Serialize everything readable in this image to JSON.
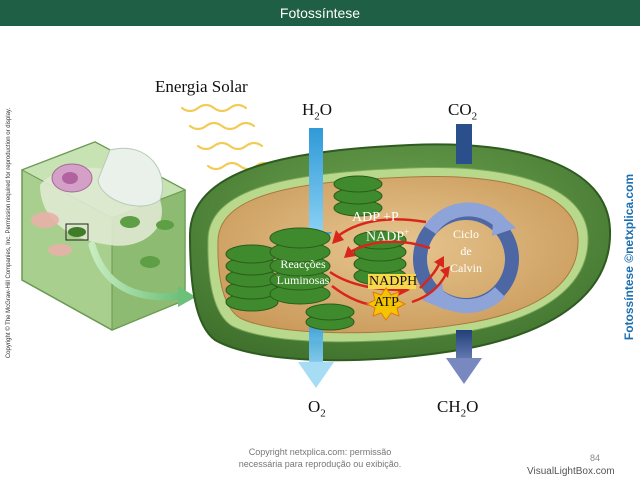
{
  "header": {
    "title": "Fotossíntese"
  },
  "diagram": {
    "energy_label": "Energia Solar",
    "h2o_label": "H",
    "h2o_sub": "2",
    "h2o_tail": "O",
    "co2_label": "CO",
    "co2_sub": "2",
    "o2_label": "O",
    "o2_sub": "2",
    "ch2o_label": "CH",
    "ch2o_sub": "2",
    "ch2o_tail": "O",
    "adp_label": "ADP +P",
    "nadp_label": "NADP",
    "nadp_sup": "+",
    "light_reactions_line1": "Reacções",
    "light_reactions_line2": "Luminosas",
    "nadph_label": "NADPH",
    "atp_label": "ATP",
    "calvin_line1": "Ciclo",
    "calvin_line2": "de",
    "calvin_line3": "Calvin"
  },
  "side": {
    "copyright": "Copyright © The McGraw-Hill Companies, Inc. Permission required for reproduction or display.",
    "brand": "Fotossíntese ©netxplica.com"
  },
  "footer": {
    "line1": "Copyright netxplica.com: permissão",
    "line2": "necessária para reprodução ou exibição.",
    "page": "84",
    "watermark": "VisualLightBox.com"
  },
  "colors": {
    "header_bg": "#1f5f46",
    "chloroplast_outer": "#4e8a3a",
    "stroma": "#d9b27a",
    "thylakoid": "#3f8a2c",
    "water_arrow": "#3aa6e0",
    "co2_arrow": "#2b4f8a",
    "calvin_cycle": "#3d5fa8",
    "red_arrow": "#d8261c",
    "atp_burst": "#f5c400"
  }
}
